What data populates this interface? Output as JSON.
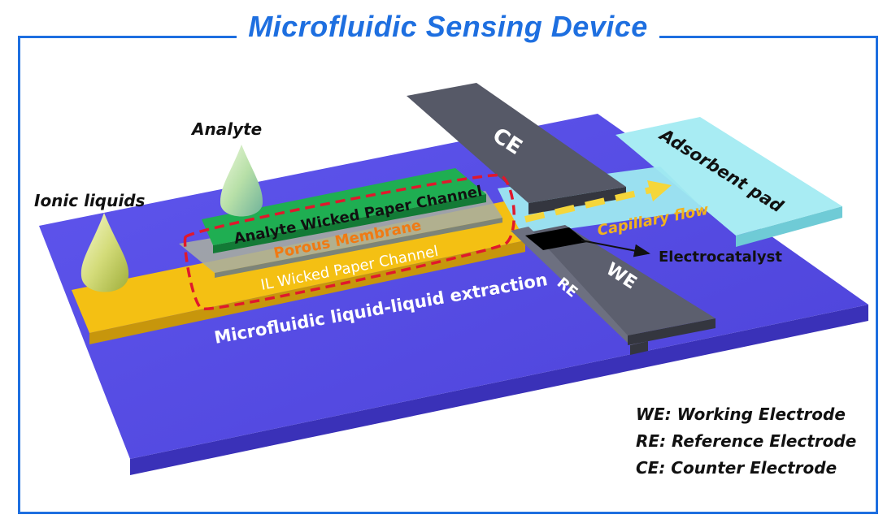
{
  "title": "Microfluidic Sensing Device",
  "labels": {
    "analyte": "Analyte",
    "ionic_liquids": "Ionic liquids",
    "analyte_channel": "Analyte Wicked Paper Channel",
    "porous_membrane": "Porous Membrane",
    "il_channel": "IL Wicked Paper Channel",
    "extraction": "Microfluidic liquid-liquid extraction",
    "ce": "CE",
    "we": "WE",
    "re": "RE",
    "adsorbent_pad": "Adsorbent pad",
    "capillary_flow": "Capillary flow",
    "electrocatalyst": "Electrocatalyst"
  },
  "legend": [
    "WE: Working Electrode",
    "RE: Reference Electrode",
    "CE: Counter Electrode"
  ],
  "colors": {
    "frame": "#1e6fe0",
    "substrate": "#5a4fe6",
    "il_channel": "#f4c013",
    "analyte_channel": "#1fae52",
    "membrane": "#9aa39e",
    "electrode": "#5a5d6b",
    "adsorbent_pad": "#a8ecf3",
    "dashed_box": "#e0182c",
    "arrow": "#f5d63a",
    "drop": "#b8e0a8"
  }
}
